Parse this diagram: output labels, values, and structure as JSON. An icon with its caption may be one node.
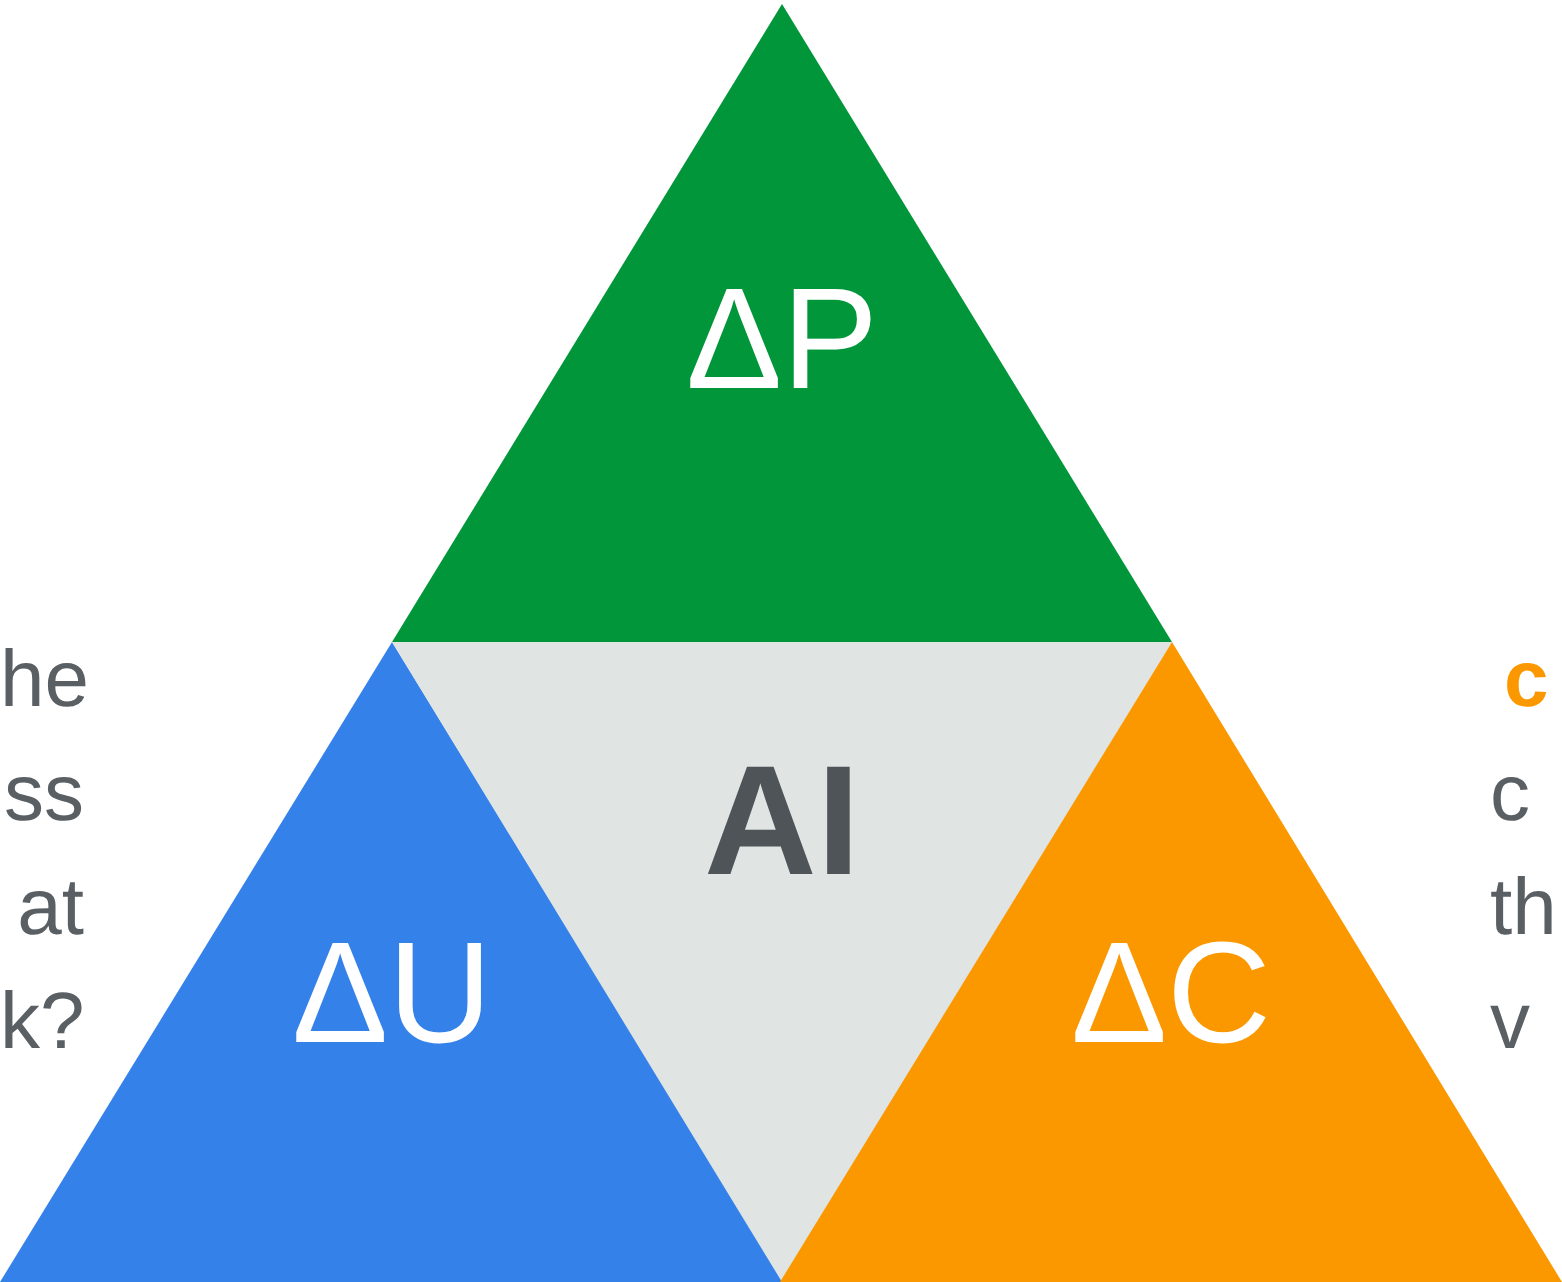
{
  "diagram": {
    "nodes": [
      {
        "text": [
          "ΔP"
        ]
      },
      {
        "text": [
          "ΔU"
        ]
      },
      {
        "text": [
          "AI"
        ]
      },
      {
        "text": [
          "ΔC"
        ]
      }
    ],
    "labels": [
      "he",
      "ss",
      "at",
      "k?",
      "c",
      "c",
      "th",
      "v"
    ]
  }
}
